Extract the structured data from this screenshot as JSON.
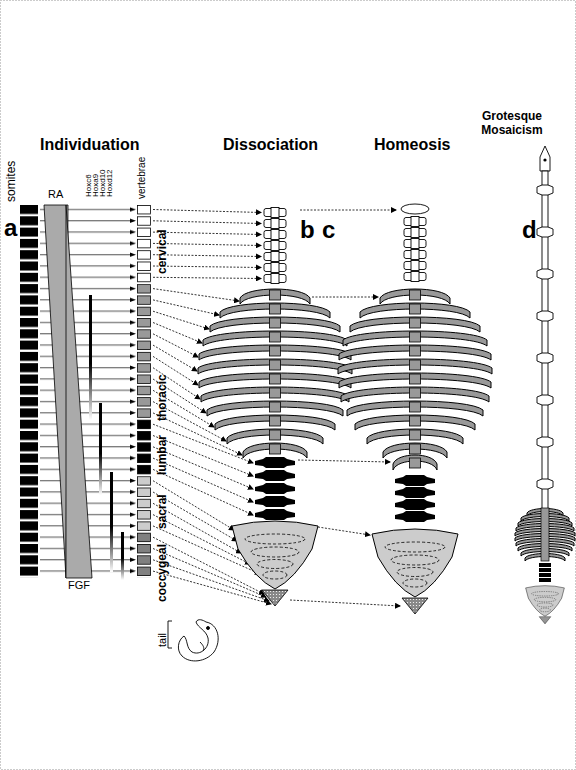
{
  "diagram": {
    "labels": [
      "a",
      "Individuation",
      "Dissociation",
      "Homeosis",
      "Grotesque Mosaicism",
      "somites",
      "RA",
      "Hoxc6",
      "Hoxa9",
      "Hoxd10",
      "Hoxd12",
      "vertebrae",
      "b",
      "c",
      "d",
      "cervical",
      "thoracic",
      "lumbar",
      "sacral",
      "coccygeal",
      "FGF",
      "tail"
    ]
  }
}
